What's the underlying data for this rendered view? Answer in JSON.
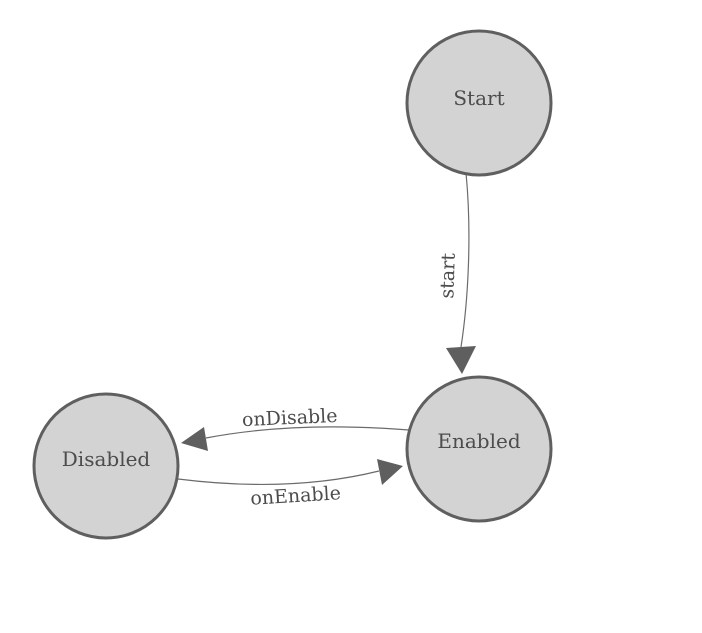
{
  "diagram": {
    "type": "state-machine",
    "background_color": "#ffffff",
    "node_fill_color": "#d3d3d3",
    "node_border_color": "#5f5f5f",
    "edge_line_color": "#6b6b6b",
    "arrowhead_color": "#5f5f5f",
    "label_color": "#4c4c4c",
    "nodes": [
      {
        "id": "start",
        "label": "Start"
      },
      {
        "id": "enabled",
        "label": "Enabled"
      },
      {
        "id": "disabled",
        "label": "Disabled"
      }
    ],
    "edges": [
      {
        "from": "Start",
        "to": "Enabled",
        "label": "start"
      },
      {
        "from": "Enabled",
        "to": "Disabled",
        "label": "onDisable"
      },
      {
        "from": "Disabled",
        "to": "Enabled",
        "label": "onEnable"
      }
    ]
  }
}
